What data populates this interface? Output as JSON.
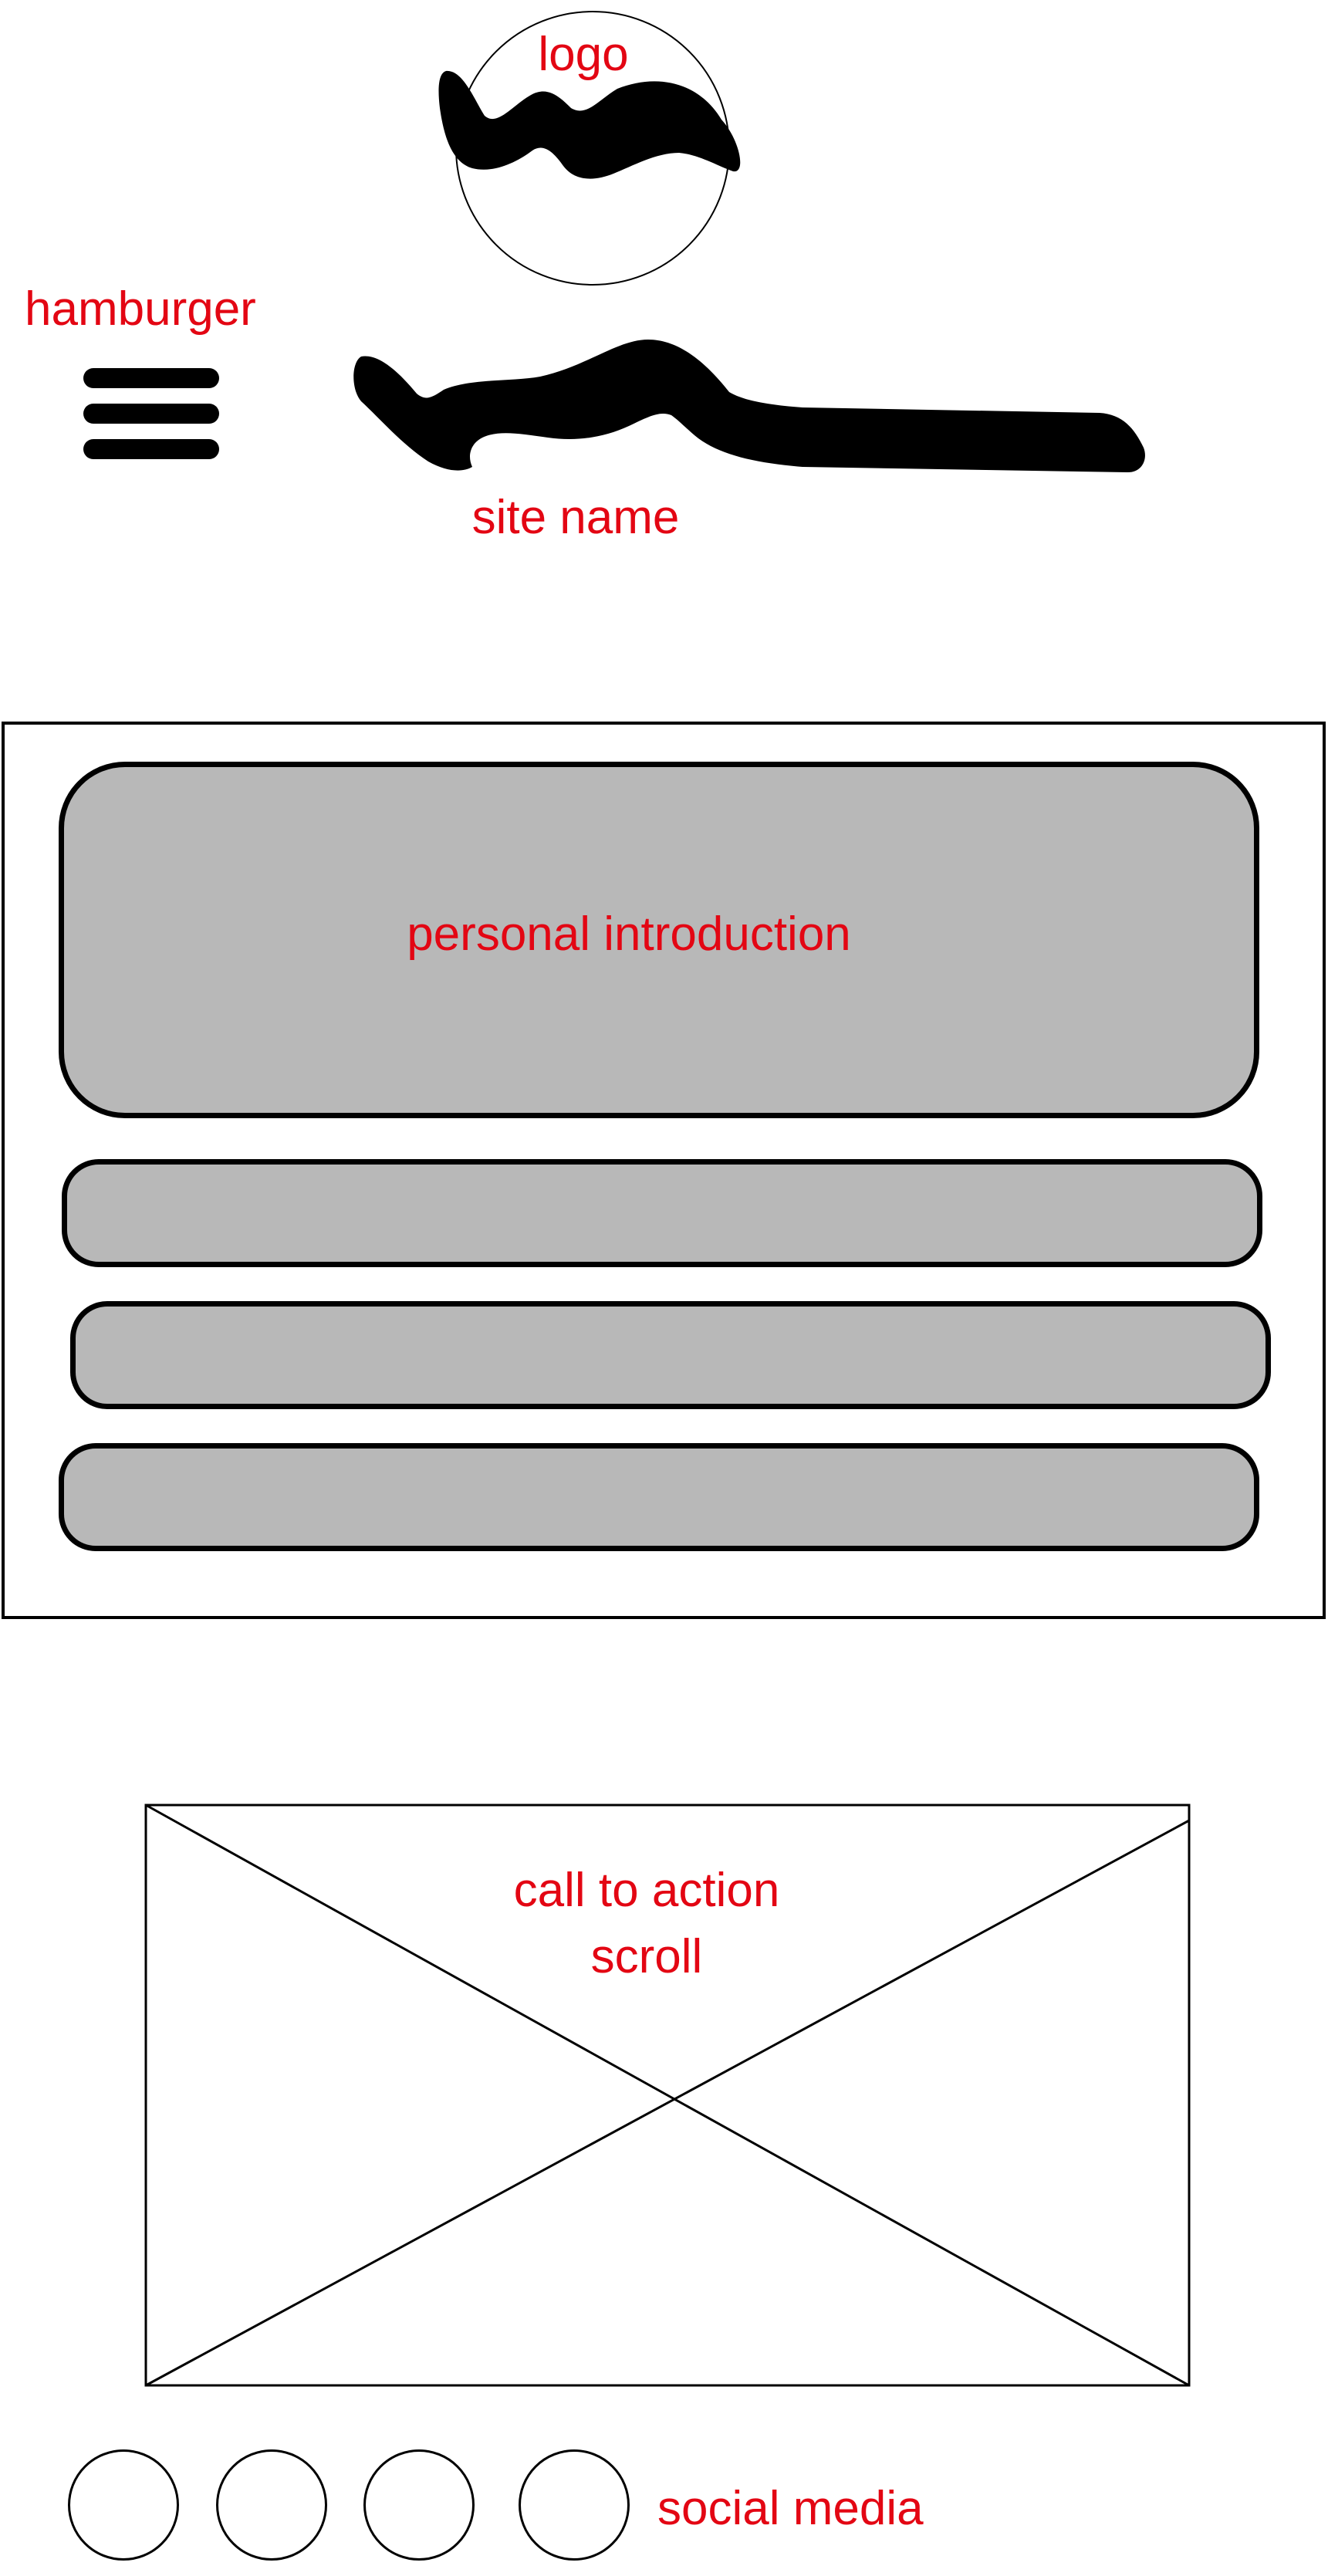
{
  "labels": {
    "logo": "logo",
    "hamburger": "hamburger",
    "site_name": "site name",
    "personal_introduction": "personal introduction",
    "call_to_action": "call to action\nscroll",
    "social_media": "social media"
  },
  "social_links": [
    "",
    "",
    "",
    ""
  ],
  "colors": {
    "annotation": "#e30613",
    "placeholder_fill": "#b8b8b8",
    "outline": "#000000",
    "background": "#ffffff"
  },
  "icons": {
    "menu": "hamburger-icon",
    "logo_mark": "brush-stroke-logo",
    "site_name_mark": "brush-stroke-wordmark"
  }
}
